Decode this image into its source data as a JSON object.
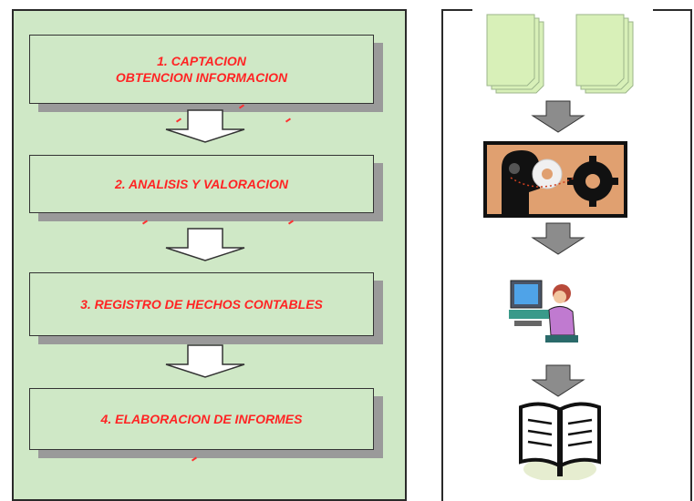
{
  "steps": [
    {
      "line1": "1. CAPTACION",
      "line2": "OBTENCION INFORMACION"
    },
    {
      "line1": "2. ANALISIS Y VALORACION"
    },
    {
      "line1": "3. REGISTRO DE HECHOS CONTABLES"
    },
    {
      "line1": "4. ELABORACION DE INFORMES"
    }
  ],
  "icons": [
    "documents-icon",
    "analysis-gears-icon",
    "computer-user-icon",
    "open-book-icon"
  ],
  "colors": {
    "panel_green": "#cfe8c6",
    "step_text": "#ff2424",
    "shadow": "#9a9a9a",
    "arrow_gray": "#8c8c8c",
    "doc_green": "#d8f0b8"
  }
}
